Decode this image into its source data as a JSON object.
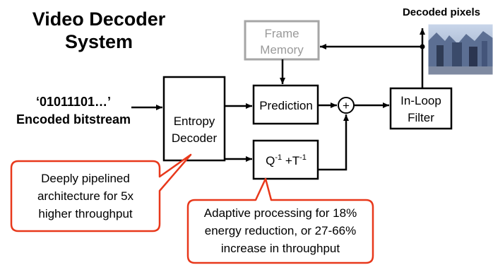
{
  "title": {
    "line1": "Video Decoder",
    "line2": "System"
  },
  "input": {
    "bits": "‘01011101…’",
    "label": "Encoded bitstream"
  },
  "blocks": {
    "entropy_decoder": {
      "line1": "Entropy",
      "line2": "Decoder"
    },
    "frame_memory": {
      "line1": "Frame",
      "line2": "Memory"
    },
    "prediction": {
      "label": "Prediction"
    },
    "inverse_transform": {
      "q": "Q",
      "q_sup": "-1",
      "plus_t": " +T",
      "t_sup": "-1"
    },
    "adder": {
      "symbol": "+"
    },
    "in_loop_filter": {
      "line1": "In-Loop",
      "line2": "Filter"
    }
  },
  "output": {
    "label": "Decoded pixels"
  },
  "callouts": {
    "pipeline": {
      "line1": "Deeply pipelined",
      "line2": "architecture for 5x",
      "line3": "higher throughput"
    },
    "adaptive": {
      "line1": "Adaptive processing for 18%",
      "line2": "energy reduction, or 27-66%",
      "line3": "increase in throughput"
    }
  },
  "colors": {
    "stroke": "#000000",
    "frame_memory_stroke": "#a6a6a6",
    "frame_memory_text": "#9a9a9a",
    "callout_stroke": "#e8381b",
    "callout_fill": "#ffffff"
  }
}
